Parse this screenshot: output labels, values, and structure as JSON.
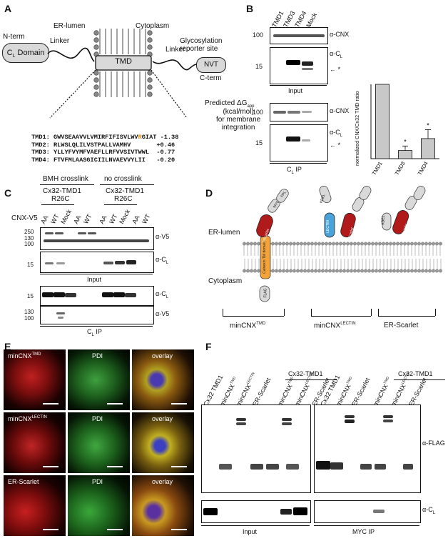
{
  "panels": {
    "a": "A",
    "b": "B",
    "c": "C",
    "d": "D",
    "e": "E",
    "f": "F"
  },
  "panelA": {
    "nterm": "N-term",
    "cl_domain": "C",
    "cl_sub": "L",
    "cl_domain_rest": " Domain",
    "linker1": "Linker",
    "linker2": "Linker",
    "er_lumen": "ER-lumen",
    "cytoplasm": "Cytoplasm",
    "tmd": "TMD",
    "glyco": "Glycosylation\nreporter site",
    "nvt": "NVT",
    "cterm": "C-term",
    "predicted": "Predicted ΔG",
    "predicted_sub": "app",
    "unit": "(kcal/mol)\nfor membrane\nintegration",
    "rows": [
      {
        "name": "TMD1:",
        "pre": "GWVSEAAVVLVMIRFIFISVLWV",
        "hi": "R",
        "post": "GIAT",
        "val": "-1.38"
      },
      {
        "name": "TMD2:",
        "pre": "RLWSLQLILVSTPALLVAMHV",
        "hi": "",
        "post": "",
        "val": "+0.46"
      },
      {
        "name": "TMD3:",
        "pre": "YLLYFVYMFVAEFLLRFVVSIVTWWL",
        "hi": "",
        "post": "",
        "val": "-0.77"
      },
      {
        "name": "TMD4:",
        "pre": "FTVFMLAASGICIILNVAEVVYLII",
        "hi": "",
        "post": "",
        "val": "-0.20"
      }
    ]
  },
  "panelB": {
    "lanes": [
      "TMD1",
      "TMD3",
      "TMD4",
      "Mock"
    ],
    "input_label": "Input",
    "ip_label": "C",
    "ip_sub": "L",
    "ip_rest": " IP",
    "acnx": "α-CNX",
    "acl": "α-C",
    "acl_sub": "L",
    "mw100": "100",
    "mw15": "15",
    "star": "*",
    "chart_data": {
      "type": "bar",
      "categories": [
        "TMD1",
        "TMD3",
        "TMD4"
      ],
      "values": [
        1.0,
        0.11,
        0.27
      ],
      "errors": [
        0,
        0.06,
        0.12
      ],
      "significance": [
        "",
        "*",
        "*"
      ],
      "ylabel": "normalized CNX/Cx32 TMD ratio",
      "ylim": [
        0,
        1.0
      ]
    }
  },
  "panelC": {
    "bmh": "BMH crosslink",
    "nocross": "no crosslink",
    "construct": "Cx32-TMD1",
    "mut": "R26C",
    "cnx": "CNX-V5",
    "lanes": [
      "AA",
      "WT",
      "Mock",
      "AA",
      "WT",
      "AA",
      "WT",
      "Mock",
      "AA",
      "WT"
    ],
    "mw": [
      "250",
      "130",
      "100",
      "15",
      "15",
      "130",
      "100"
    ],
    "av5": "α-V5",
    "acl": "α-C",
    "acl_sub": "L",
    "input": "Input",
    "ip": "C",
    "ip_sub": "L",
    "ip_rest": " IP"
  },
  "panelD": {
    "er_lumen": "ER-lumen",
    "cytoplasm": "Cytoplasm",
    "scarlet": "mScarlet",
    "myc": "MYC",
    "fpl": "FPL",
    "lectin": "LECTIN",
    "kdel": "KDEL",
    "flag": "FLAG",
    "calnexin": "Calnexin TM domain",
    "c1": "minCNX",
    "c1_sup": "TMD",
    "c2": "minCNX",
    "c2_sup": "LECTIN",
    "c3": "ER-Scarlet"
  },
  "panelE": {
    "rows": [
      {
        "label": "minCNX",
        "sup": "TMD",
        "pdi": "PDI",
        "overlay": "overlay"
      },
      {
        "label": "minCNX",
        "sup": "LECTIN",
        "pdi": "PDI",
        "overlay": "overlay"
      },
      {
        "label": "ER-Scarlet",
        "sup": "",
        "pdi": "PDI",
        "overlay": "overlay"
      }
    ]
  },
  "panelF": {
    "header": "Cx32-TMD1",
    "lanes": [
      {
        "t": "Cx32 TMD1",
        "s": ""
      },
      {
        "t": "minCNX",
        "s": "TMD"
      },
      {
        "t": "minCNX",
        "s": "LECTIN"
      },
      {
        "t": "ER-Scarlet",
        "s": ""
      },
      {
        "t": "minCNX",
        "s": "TMD"
      },
      {
        "t": "minCNX",
        "s": "LECTIN"
      },
      {
        "t": "ER-Scarlet",
        "s": ""
      }
    ],
    "aflag": "α-FLAG",
    "acl": "α-C",
    "acl_sub": "L",
    "input": "Input",
    "ip": "MYC IP"
  },
  "colors": {
    "scarlet": "#b01a1a",
    "orange": "#f2a33a",
    "lectin": "#4aa3d8",
    "grey": "#cfcfcf"
  }
}
